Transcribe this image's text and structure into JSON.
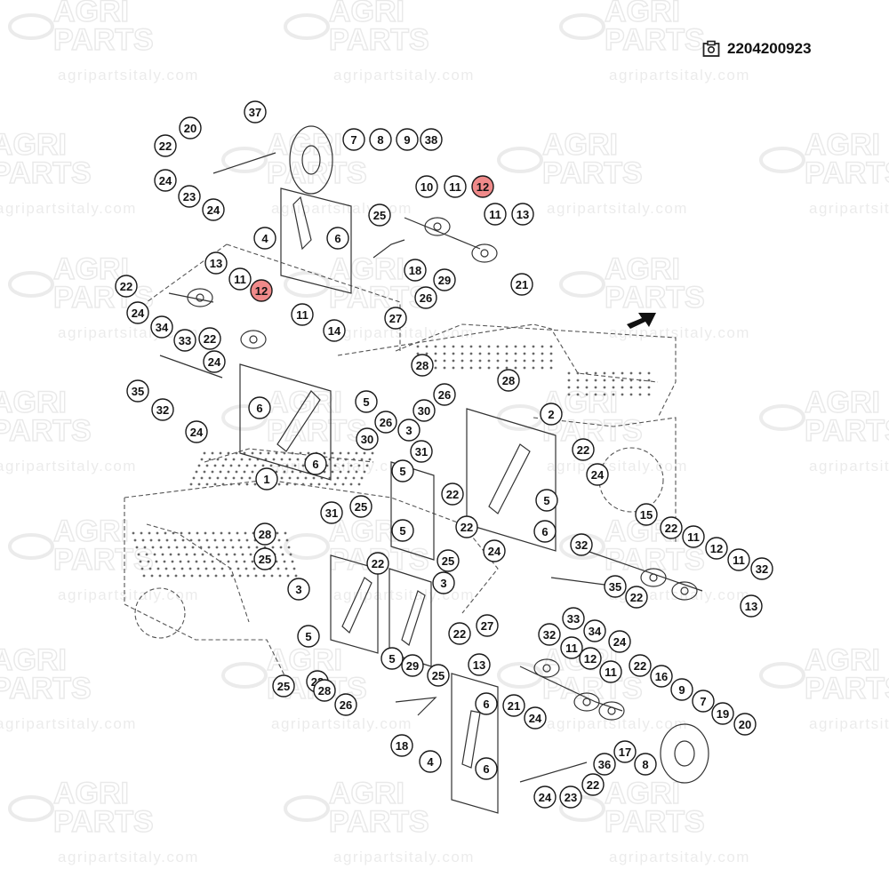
{
  "document_number": "2204200923",
  "watermark": {
    "brand_line1": "AGRI",
    "brand_line2": "PARTS",
    "url": "agripartsitaly.com"
  },
  "highlight_color": "#f08a8a",
  "callouts": [
    {
      "label": "37"
    },
    {
      "label": "20"
    },
    {
      "label": "22"
    },
    {
      "label": "24"
    },
    {
      "label": "23"
    },
    {
      "label": "24"
    },
    {
      "label": "7"
    },
    {
      "label": "8"
    },
    {
      "label": "9"
    },
    {
      "label": "38"
    },
    {
      "label": "10"
    },
    {
      "label": "11"
    },
    {
      "label": "12",
      "highlight": true
    },
    {
      "label": "11"
    },
    {
      "label": "13"
    },
    {
      "label": "25"
    },
    {
      "label": "4"
    },
    {
      "label": "6"
    },
    {
      "label": "18"
    },
    {
      "label": "29"
    },
    {
      "label": "21"
    },
    {
      "label": "26"
    },
    {
      "label": "27"
    },
    {
      "label": "13"
    },
    {
      "label": "11"
    },
    {
      "label": "12",
      "highlight": true
    },
    {
      "label": "22"
    },
    {
      "label": "24"
    },
    {
      "label": "34"
    },
    {
      "label": "33"
    },
    {
      "label": "22"
    },
    {
      "label": "11"
    },
    {
      "label": "14"
    },
    {
      "label": "24"
    },
    {
      "label": "35"
    },
    {
      "label": "32"
    },
    {
      "label": "24"
    },
    {
      "label": "6"
    },
    {
      "label": "5"
    },
    {
      "label": "26"
    },
    {
      "label": "28"
    },
    {
      "label": "26"
    },
    {
      "label": "30"
    },
    {
      "label": "30"
    },
    {
      "label": "6"
    },
    {
      "label": "1"
    },
    {
      "label": "31"
    },
    {
      "label": "31"
    },
    {
      "label": "25"
    },
    {
      "label": "3"
    },
    {
      "label": "5"
    },
    {
      "label": "5"
    },
    {
      "label": "28"
    },
    {
      "label": "2"
    },
    {
      "label": "22"
    },
    {
      "label": "24"
    },
    {
      "label": "5"
    },
    {
      "label": "6"
    },
    {
      "label": "22"
    },
    {
      "label": "22"
    },
    {
      "label": "24"
    },
    {
      "label": "28"
    },
    {
      "label": "25"
    },
    {
      "label": "15"
    },
    {
      "label": "22"
    },
    {
      "label": "11"
    },
    {
      "label": "32"
    },
    {
      "label": "12"
    },
    {
      "label": "11"
    },
    {
      "label": "32"
    },
    {
      "label": "35"
    },
    {
      "label": "22"
    },
    {
      "label": "13"
    },
    {
      "label": "22"
    },
    {
      "label": "25"
    },
    {
      "label": "3"
    },
    {
      "label": "3"
    },
    {
      "label": "5"
    },
    {
      "label": "22"
    },
    {
      "label": "27"
    },
    {
      "label": "33"
    },
    {
      "label": "34"
    },
    {
      "label": "24"
    },
    {
      "label": "5"
    },
    {
      "label": "32"
    },
    {
      "label": "11"
    },
    {
      "label": "12"
    },
    {
      "label": "13"
    },
    {
      "label": "11"
    },
    {
      "label": "22"
    },
    {
      "label": "16"
    },
    {
      "label": "9"
    },
    {
      "label": "22"
    },
    {
      "label": "29"
    },
    {
      "label": "25"
    },
    {
      "label": "25"
    },
    {
      "label": "28"
    },
    {
      "label": "26"
    },
    {
      "label": "21"
    },
    {
      "label": "24"
    },
    {
      "label": "7"
    },
    {
      "label": "19"
    },
    {
      "label": "20"
    },
    {
      "label": "18"
    },
    {
      "label": "6"
    },
    {
      "label": "4"
    },
    {
      "label": "6"
    },
    {
      "label": "36"
    },
    {
      "label": "17"
    },
    {
      "label": "8"
    },
    {
      "label": "24"
    },
    {
      "label": "23"
    },
    {
      "label": "22"
    }
  ]
}
